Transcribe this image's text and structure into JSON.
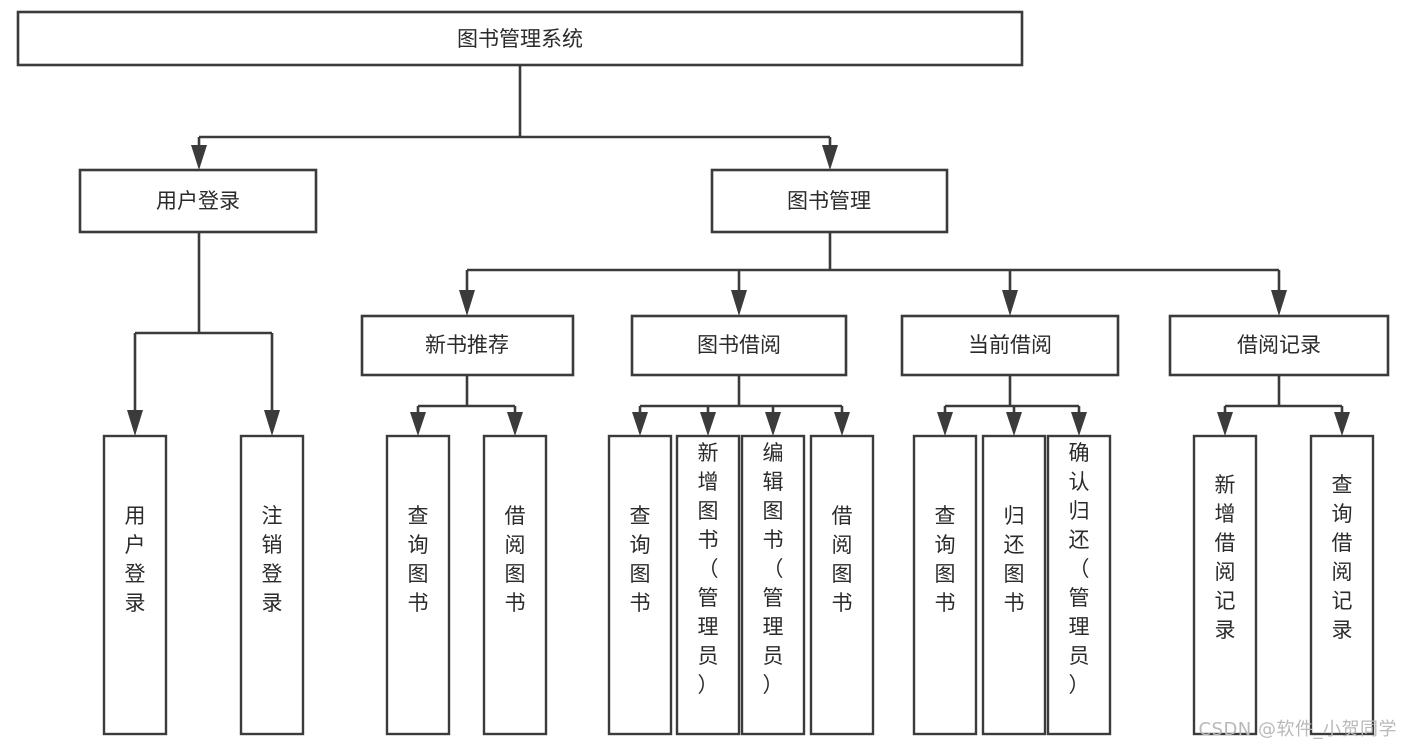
{
  "diagram": {
    "type": "tree-hierarchy",
    "title": "图书管理系统",
    "orientation": "top-down",
    "colors": {
      "stroke": "#3b3b3b",
      "node_fill": "#ffffff",
      "text": "#2b2b2b",
      "background": "#ffffff",
      "watermark": "#b9b9b9"
    },
    "root": {
      "label": "图书管理系统",
      "text_orientation": "horizontal"
    },
    "level2": [
      {
        "label": "用户登录",
        "text_orientation": "horizontal"
      },
      {
        "label": "图书管理",
        "text_orientation": "horizontal"
      }
    ],
    "level3": [
      {
        "label": "新书推荐",
        "text_orientation": "horizontal"
      },
      {
        "label": "图书借阅",
        "text_orientation": "horizontal"
      },
      {
        "label": "当前借阅",
        "text_orientation": "horizontal"
      },
      {
        "label": "借阅记录",
        "text_orientation": "horizontal"
      }
    ],
    "leaves": {
      "user_login": [
        {
          "label": "用户登录",
          "text_orientation": "vertical"
        },
        {
          "label": "注销登录",
          "text_orientation": "vertical"
        }
      ],
      "new_book_recommend": [
        {
          "label": "查询图书",
          "text_orientation": "vertical"
        },
        {
          "label": "借阅图书",
          "text_orientation": "vertical"
        }
      ],
      "book_borrow": [
        {
          "label": "查询图书",
          "text_orientation": "vertical"
        },
        {
          "label": "新增图书（管理员）",
          "text_orientation": "vertical"
        },
        {
          "label": "编辑图书（管理员）",
          "text_orientation": "vertical"
        },
        {
          "label": "借阅图书",
          "text_orientation": "vertical"
        }
      ],
      "current_borrow": [
        {
          "label": "查询图书",
          "text_orientation": "vertical"
        },
        {
          "label": "归还图书",
          "text_orientation": "vertical"
        },
        {
          "label": "确认归还（管理员）",
          "text_orientation": "vertical"
        }
      ],
      "borrow_record": [
        {
          "label": "新增借阅记录",
          "text_orientation": "vertical"
        },
        {
          "label": "查询借阅记录",
          "text_orientation": "vertical"
        }
      ]
    }
  },
  "watermark": {
    "text": "CSDN @软件_小贺同学"
  }
}
